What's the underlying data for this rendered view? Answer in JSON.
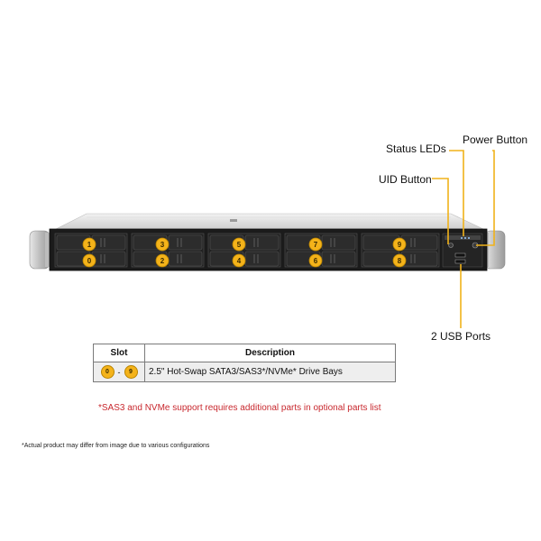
{
  "callouts": {
    "status_leds": "Status LEDs",
    "power_button": "Power Button",
    "uid_button": "UID Button",
    "usb_ports": "2 USB Ports"
  },
  "drive_bays": {
    "top_row": [
      "1",
      "3",
      "5",
      "7",
      "9"
    ],
    "bottom_row": [
      "0",
      "2",
      "4",
      "6",
      "8"
    ]
  },
  "legend": {
    "header_slot": "Slot",
    "header_description": "Description",
    "slot_start": "0",
    "slot_dash": "-",
    "slot_end": "9",
    "description": "2.5\" Hot-Swap SATA3/SAS3*/NVMe* Drive Bays"
  },
  "footnote": "*SAS3 and NVMe  support requires additional parts in optional parts list",
  "disclaimer": "*Actual product may differ from image due to various configurations",
  "colors": {
    "badge": "#f4b31a",
    "callout_line": "#f0b21a",
    "chassis_front": "#1b1b1b",
    "footnote": "#c8282e"
  }
}
